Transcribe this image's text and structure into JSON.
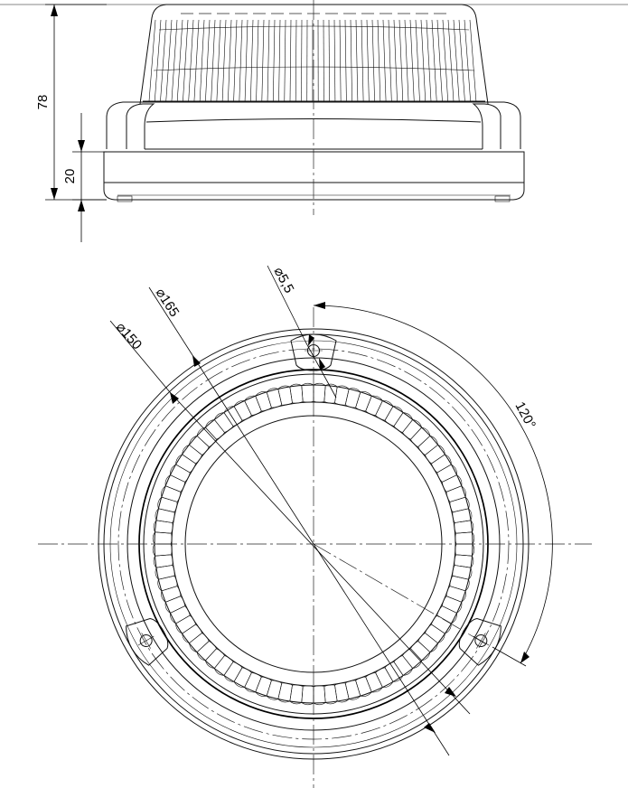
{
  "drawing": {
    "dimensions": {
      "total_height": "78",
      "base_height": "20",
      "mount_circle_diameter": "⌀150",
      "outer_diameter": "⌀165",
      "hole_diameter": "⌀5,5",
      "hole_angle": "120°"
    },
    "colors": {
      "line": "#111111",
      "background": "#ffffff"
    }
  }
}
